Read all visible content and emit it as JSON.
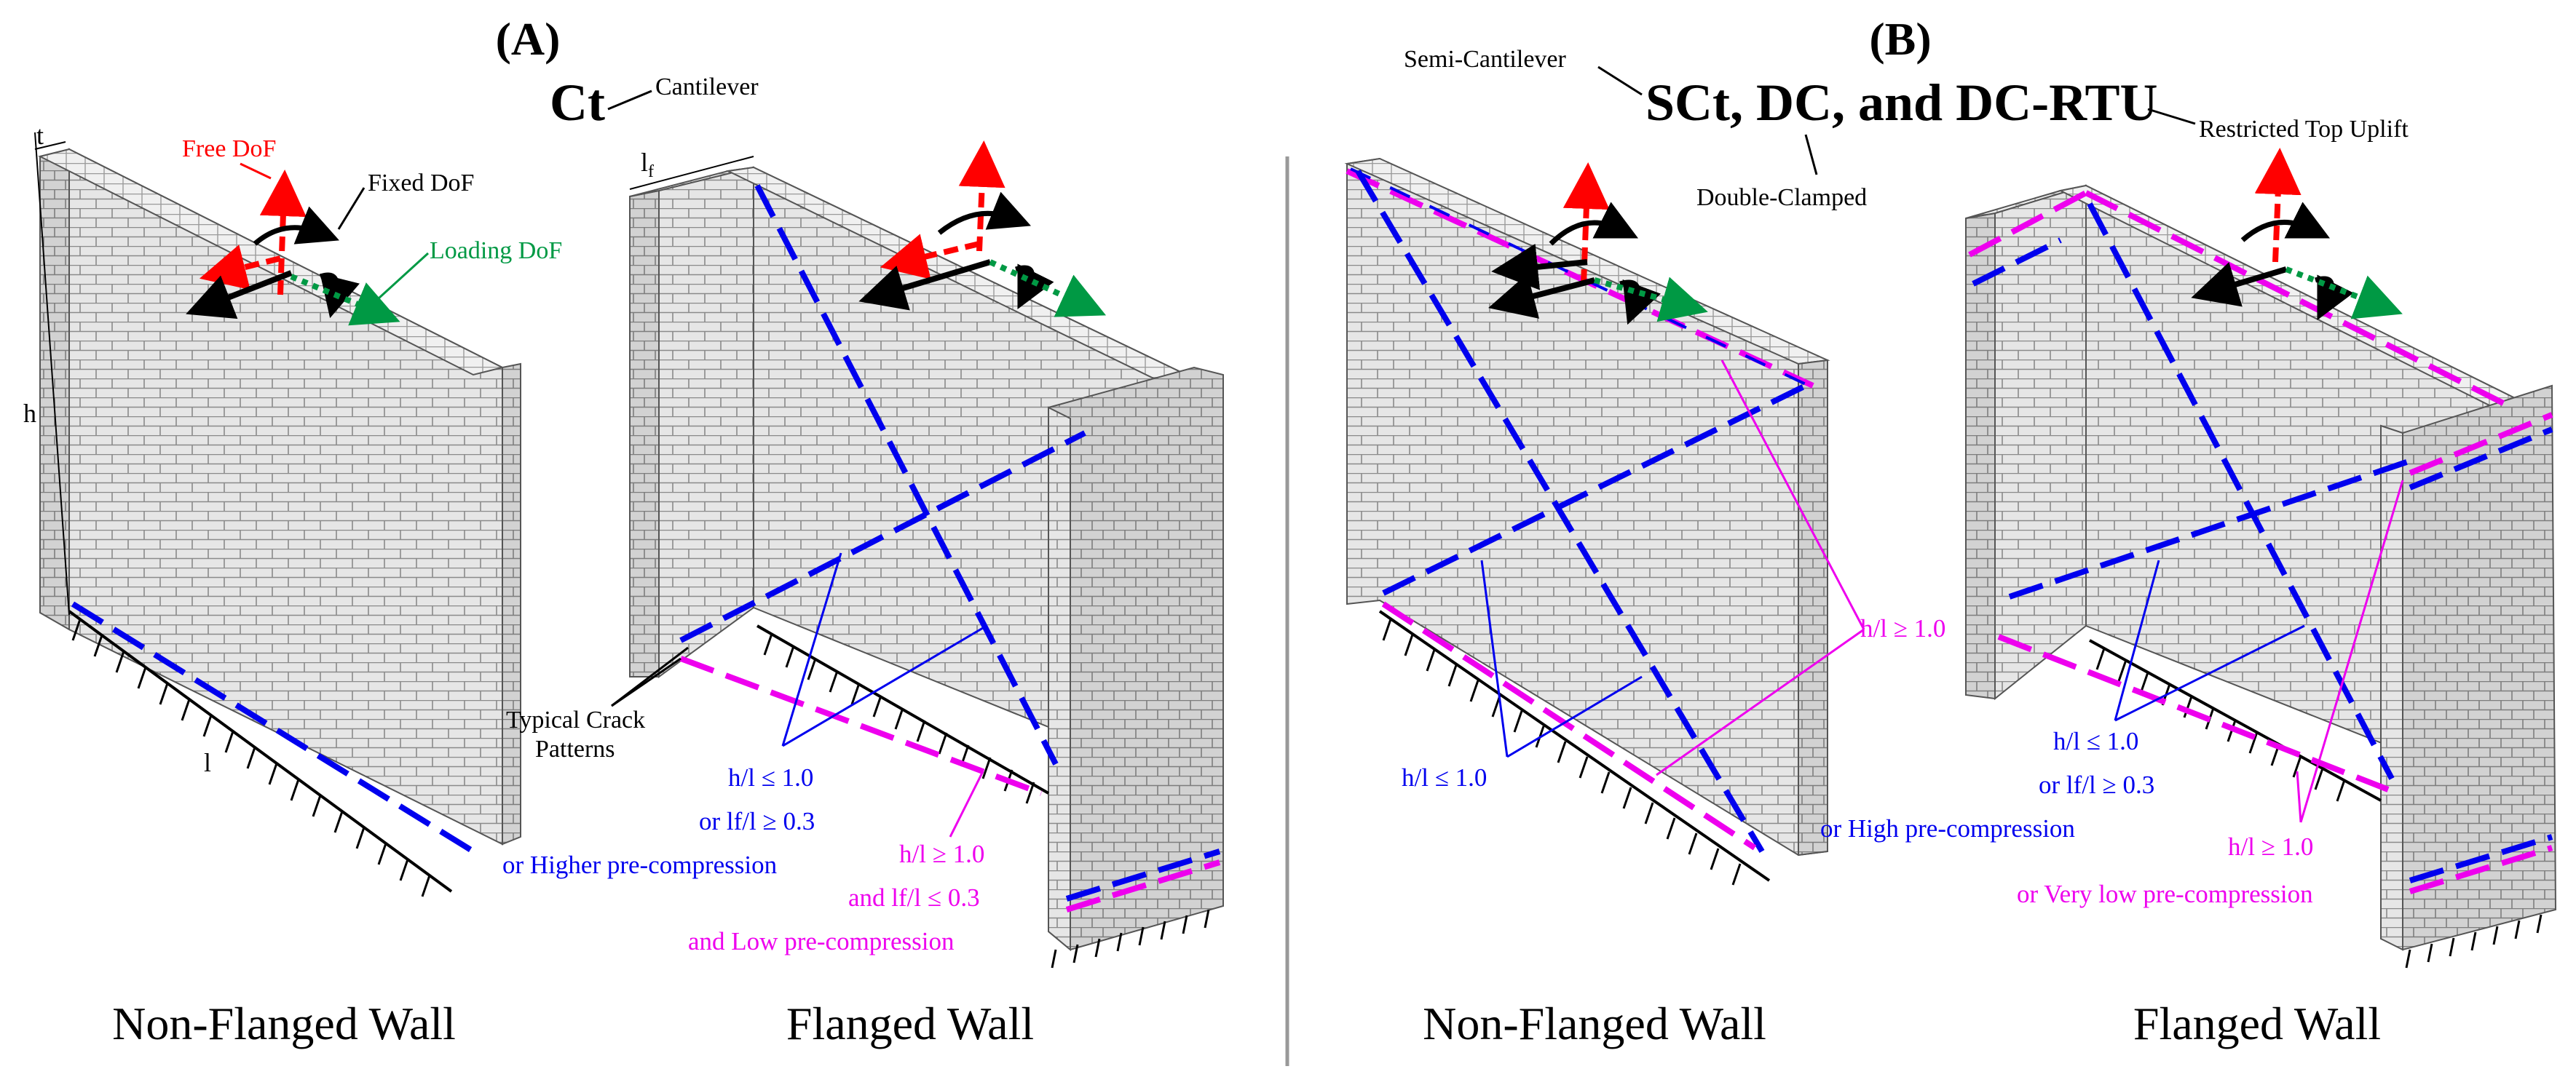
{
  "panel_a": {
    "label": "(A)",
    "bc_code": "Ct",
    "bc_name": "Cantilever",
    "dof_free": "Free DoF",
    "dof_fixed": "Fixed DoF",
    "dof_loading": "Loading DoF",
    "dim_t": "t",
    "dim_h": "h",
    "dim_l": "l",
    "dim_lf": "l",
    "dim_lf_sub": "f",
    "crack_label_line1": "Typical Crack",
    "crack_label_line2": "Patterns",
    "blue_notes": [
      "h/l ≤ 1.0",
      "or lf/l ≥ 0.3",
      "or Higher pre-compression"
    ],
    "magenta_notes": [
      "h/l ≥ 1.0",
      "and lf/l ≤ 0.3",
      "and Low pre-compression"
    ],
    "caption_left": "Non-Flanged Wall",
    "caption_right": "Flanged Wall"
  },
  "panel_b": {
    "label": "(B)",
    "bc_code": "SCt, DC, and DC-RTU",
    "bc_semi": "Semi-Cantilever",
    "bc_double": "Double-Clamped",
    "bc_restricted": "Restricted Top Uplift",
    "left_blue_note": "h/l ≤ 1.0",
    "left_magenta_note": "h/l ≥ 1.0",
    "blue_notes": [
      "h/l ≤ 1.0",
      "or lf/l ≥ 0.3",
      "or High pre-compression"
    ],
    "magenta_notes": [
      "h/l ≥ 1.0",
      "or Very low pre-compression"
    ],
    "caption_left": "Non-Flanged Wall",
    "caption_right": "Flanged Wall"
  },
  "colors": {
    "blue": "#0000ee",
    "magenta": "#ee00ee",
    "red": "#ff0000",
    "green": "#009944",
    "brick_face": "#e4e4e4",
    "brick_mortar": "#8a8a8a",
    "divider": "#999999"
  }
}
